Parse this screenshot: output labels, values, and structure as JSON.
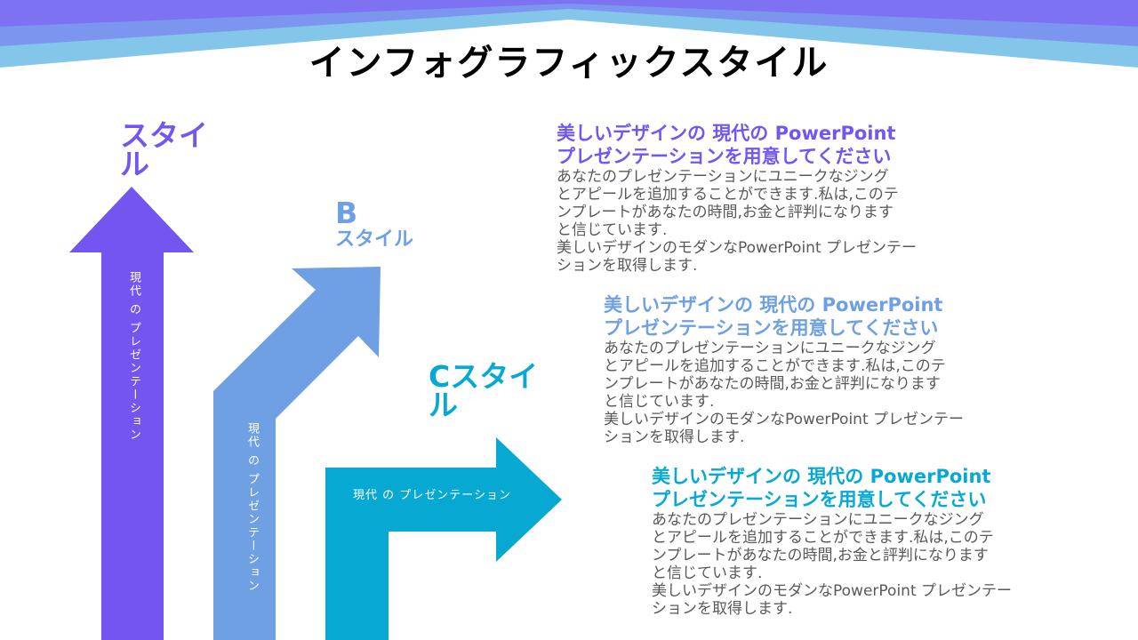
{
  "title": "インフォグラフィックスタイル",
  "colors": {
    "purple": "#7356F0",
    "blue": "#6FA0E4",
    "teal": "#07A9D3",
    "banner_light": "#84C6EA",
    "banner_mid": "#7C95EE",
    "banner_dark": "#7D73F2",
    "body_text": "#595959"
  },
  "styles": [
    {
      "label_line1": "スタイ",
      "label_line2": "ル",
      "arrow_text": "現代 の プレゼンテーション",
      "heading_line1": "美しいデザインの 現代の PowerPoint",
      "heading_line2": "プレゼンテーションを用意してください",
      "body": "あなたのプレゼンテーションにユニークなジング\nとアピールを追加することができます.私は,このテ\nンプレートがあなたの時間,お金と評判になります\nと信じています.\n美しいデザインのモダンなPowerPoint プレゼンテー\nションを取得します."
    },
    {
      "label_line1": "B",
      "label_line2": "スタイル",
      "arrow_text": "現代 の プレゼンテーション",
      "heading_line1": "美しいデザインの 現代の PowerPoint",
      "heading_line2": "プレゼンテーションを用意してください",
      "body": "あなたのプレゼンテーションにユニークなジング\nとアピールを追加することができます.私は,このテ\nンプレートがあなたの時間,お金と評判になります\nと信じています.\n美しいデザインのモダンなPowerPoint プレゼンテー\nションを取得します."
    },
    {
      "label_line1": "Cスタイ",
      "label_line2": "ル",
      "arrow_text": "現代 の プレゼンテーション",
      "heading_line1": "美しいデザインの 現代の PowerPoint",
      "heading_line2": "プレゼンテーションを用意してください",
      "body": "あなたのプレゼンテーションにユニークなジング\nとアピールを追加することができます.私は,このテ\nンプレートがあなたの時間,お金と評判になります\nと信じています.\n美しいデザインのモダンなPowerPoint プレゼンテー\nションを取得します."
    }
  ]
}
